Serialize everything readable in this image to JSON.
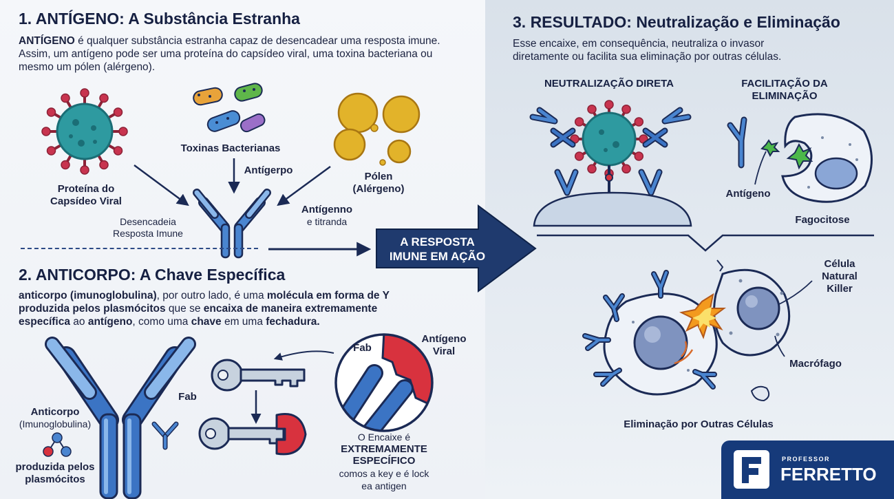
{
  "section1": {
    "title": "1. ANTÍGENO: A Substância Estranha",
    "desc_bold": "ANTÍGENO",
    "desc_rest": " é qualquer substância estranha capaz de desencadear uma resposta imune. Assim, um antígeno pode ser uma proteína do capsídeo viral, uma toxina bacteriana ou mesmo um pólen (alérgeno).",
    "labels": {
      "bacteria": "Toxinas Bacterianas",
      "capsid_1": "Proteína do",
      "capsid_2": "Capsídeo Viral",
      "antigerpo": "Antígerpo",
      "pollen_1": "Pólen",
      "pollen_2": "(Alérgeno)",
      "trigger_1": "Desencadeia",
      "trigger_2": "Resposta Imune",
      "antigenno_1": "Antígenno",
      "antigenno_2": "e titranda"
    }
  },
  "center_arrow": {
    "line1": "A RESPOSTA",
    "line2": "IMUNE EM AÇÃO"
  },
  "section2": {
    "title": "2. ANTICORPO: A Chave Específica",
    "desc": {
      "p1": "anticorpo (imunoglobulina)",
      "p2": ", por outro lado, é uma ",
      "p3": "molécula em forma de Y",
      "p4": "produzida pelos plasmócitos",
      "p5": " que se ",
      "p6": "encaixa de maneira extremamente",
      "p7": "específica",
      "p8": " ao ",
      "p9": "antígeno",
      "p10": ", como uma ",
      "p11": "chave",
      "p12": " em uma ",
      "p13": "fechadura."
    },
    "labels": {
      "fab_left": "Fab",
      "antibody_1": "Anticorpo",
      "antibody_2": "(Imunoglobulina)",
      "plasma_1": "produzida pelos",
      "plasma_2": "plasmócitos",
      "fab_circle": "Fab",
      "viral_ag_1": "Antígeno",
      "viral_ag_2": "Viral",
      "fit_1": "O Encaixe é",
      "fit_2": "EXTREMAMENTE",
      "fit_3": "ESPECÍFICO",
      "fit_4": "comos a key e é lock",
      "fit_5": "ea antigen"
    }
  },
  "section3": {
    "title": "3. RESULTADO: Neutralização e Eliminação",
    "desc_1": "Esse encaixe, em consequência, neutraliza o invasor",
    "desc_2": "diretamente ou facilita sua eliminação por outras células.",
    "labels": {
      "direct": "NEUTRALIZAÇÃO DIRETA",
      "facil_1": "FACILITAÇÃO DA",
      "facil_2": "ELIMINAÇÃO",
      "antigen": "Antígeno",
      "phago": "Fagocitose",
      "nk_1": "Célula",
      "nk_2": "Natural",
      "nk_3": "Killer",
      "macro": "Macrófago",
      "elim": "Eliminação por Outras Células"
    }
  },
  "logo": {
    "small": "PROFESSOR",
    "big": "FERRETTO"
  },
  "colors": {
    "navy": "#1b2a55",
    "arrow": "#1f3a6e",
    "antibody": "#3b74c4",
    "virus": "#2e9aa0",
    "spike": "#c8344f",
    "pollen": "#e2b32a",
    "lock_red": "#d8323e"
  }
}
